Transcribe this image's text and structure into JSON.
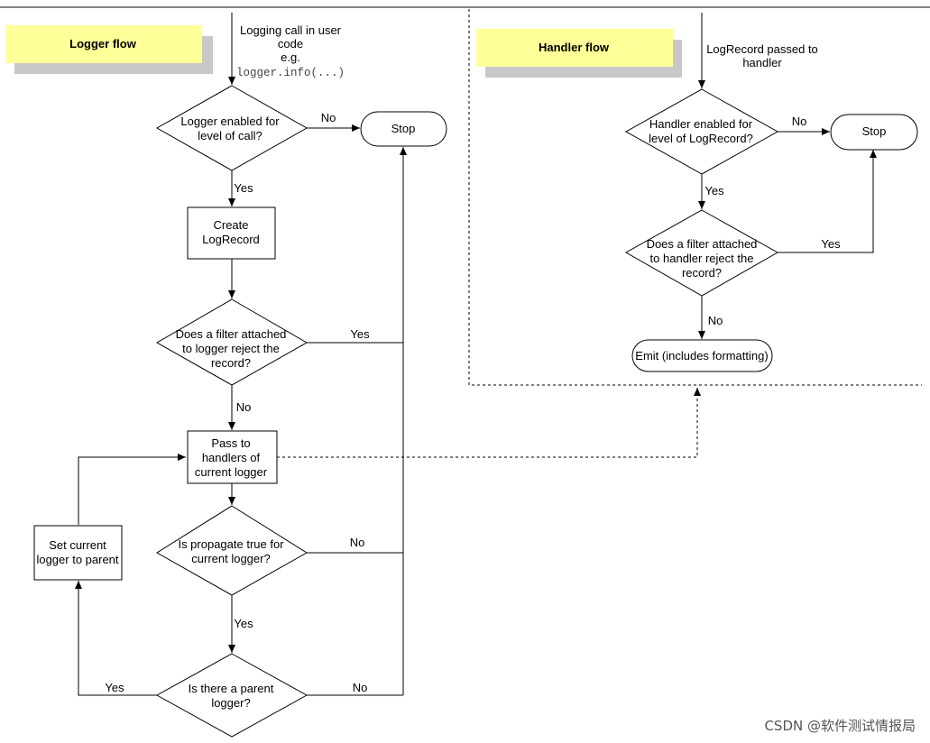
{
  "logger_flow": {
    "title": "Logger flow",
    "entry_lines": [
      "Logging call in user",
      "code",
      "e.g."
    ],
    "entry_code": "logger.info(...)",
    "decision_enabled": [
      "Logger enabled for",
      "level of call?"
    ],
    "stop": "Stop",
    "create_record": [
      "Create",
      "LogRecord"
    ],
    "decision_filter": [
      "Does a filter attached",
      "to logger reject the",
      "record?"
    ],
    "pass_handlers": [
      "Pass to",
      "handlers of",
      "current logger"
    ],
    "decision_propagate": [
      "Is propagate true for",
      "current logger?"
    ],
    "decision_parent": [
      "Is there a parent",
      "logger?"
    ],
    "set_parent": [
      "Set current",
      "logger to parent"
    ]
  },
  "handler_flow": {
    "title": "Handler flow",
    "entry_lines": [
      "LogRecord passed to",
      "handler"
    ],
    "decision_enabled": [
      "Handler enabled for",
      "level of LogRecord?"
    ],
    "stop": "Stop",
    "decision_filter": [
      "Does a filter attached",
      "to handler reject the",
      "record?"
    ],
    "emit": "Emit (includes formatting)"
  },
  "edge_labels": {
    "yes": "Yes",
    "no": "No"
  },
  "watermark": "CSDN @软件测试情报局"
}
